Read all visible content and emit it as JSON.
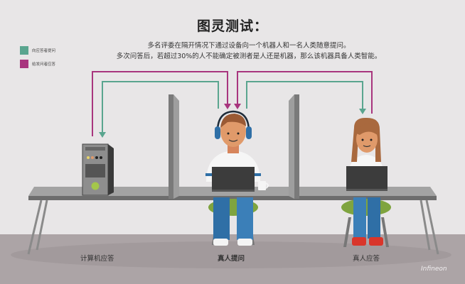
{
  "title": "图灵测试：",
  "description": {
    "line1": "多名评委在隔开情况下通过设备向一个机器人和一名人类随意提问。",
    "line2": "多次问答后，若超过30%的人不能确定被测者是人还是机器，那么该机器具备人类智能。"
  },
  "legend": [
    {
      "label": "向应答者提问",
      "color": "#5aa58f"
    },
    {
      "label": "给发问者应答",
      "color": "#a8357e"
    }
  ],
  "captions": {
    "computer": "计算机应答",
    "questioner": "真人提问",
    "human_responder": "真人应答"
  },
  "logo": "Infineon",
  "colors": {
    "question_arrow": "#5aa58f",
    "answer_arrow": "#a8357e",
    "background": "#e8e6e7",
    "floor": "#aca4a6"
  }
}
